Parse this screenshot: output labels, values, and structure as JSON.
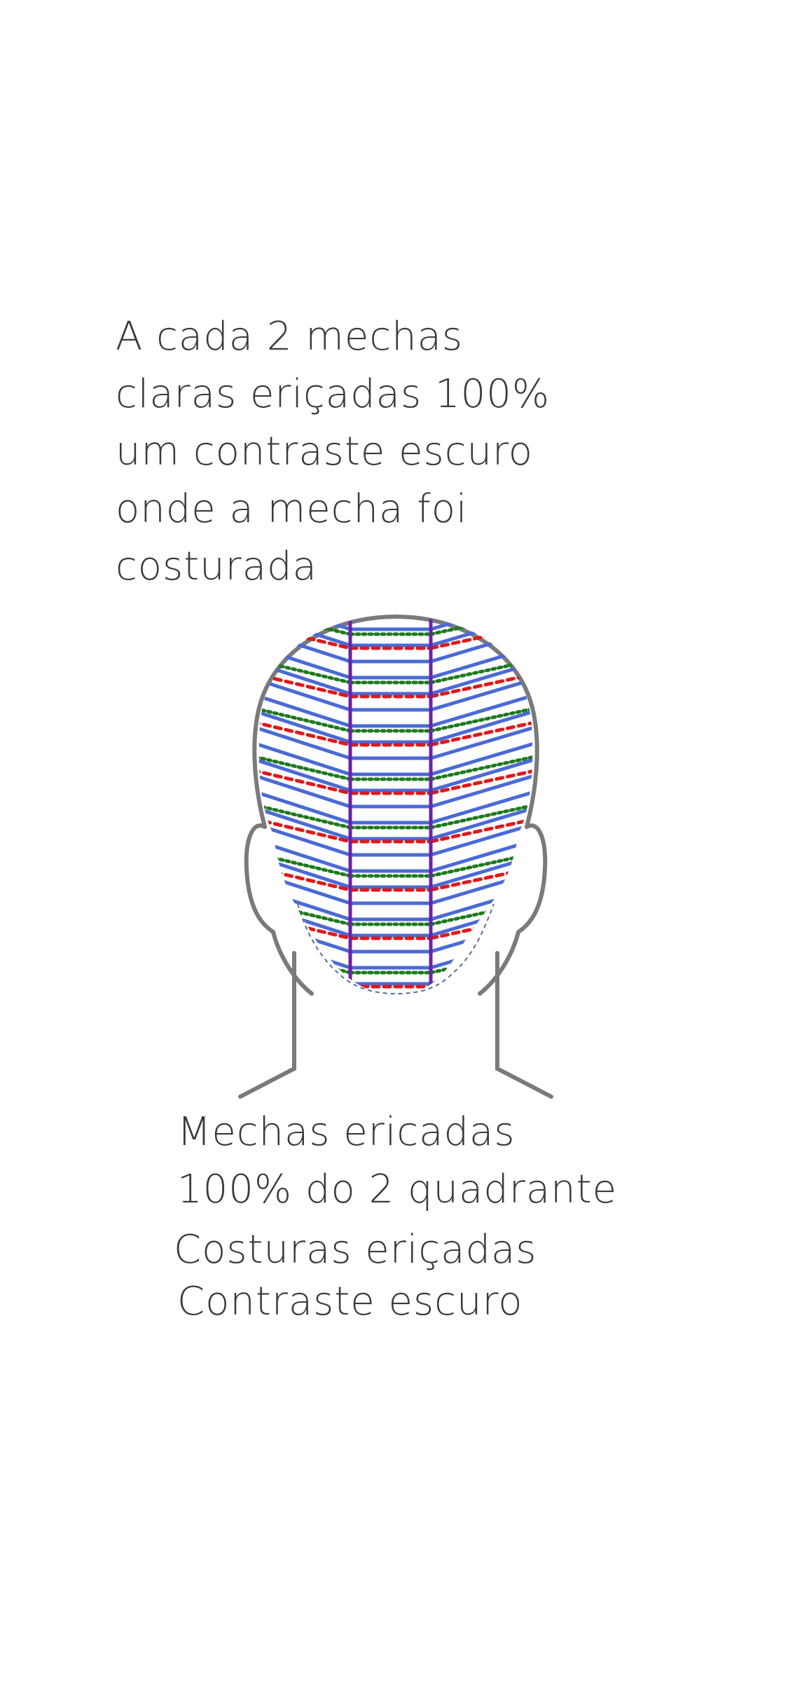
{
  "instruction": {
    "lines": [
      "A cada 2 mechas",
      "claras eriçadas 100%",
      "um contraste escuro",
      "onde a mecha foi",
      "costurada"
    ]
  },
  "legend": {
    "line1": "Mechas ericadas",
    "line2": "100% do 2 quadrante",
    "line3": "Costuras eriçadas",
    "line4": "Contraste escuro"
  },
  "colors": {
    "head_outline": "#7a7a7c",
    "mechas_lines": "#4a6ad6",
    "center_section": "#6a22a8",
    "costuras_dotted": "#1e7a1e",
    "contraste_red": "#e01818"
  }
}
